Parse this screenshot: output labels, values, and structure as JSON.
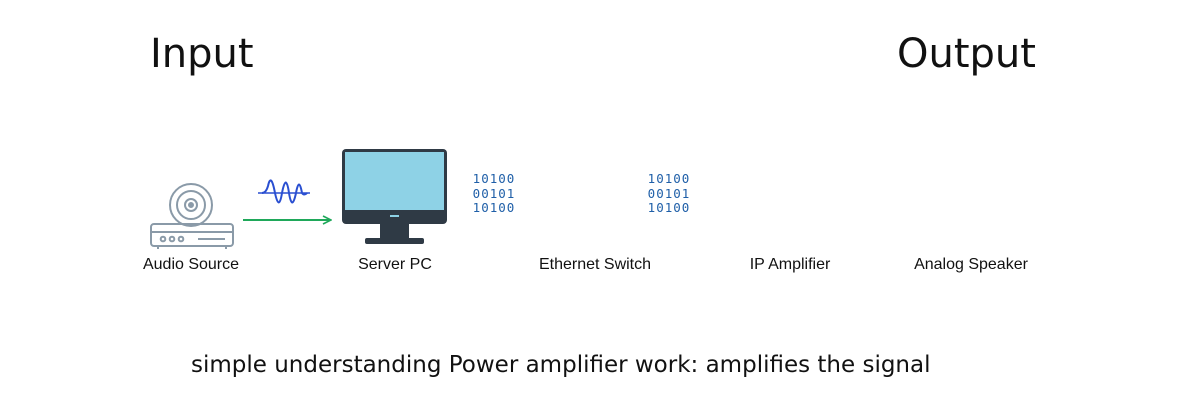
{
  "headings": {
    "input": "Input",
    "output": "Output"
  },
  "nodes": [
    {
      "label": "Audio Source",
      "icon": "audio-source-icon"
    },
    {
      "label": "Server PC",
      "icon": "monitor-icon"
    },
    {
      "label": "Ethernet Switch",
      "icon": "ethernet-switch-icon"
    },
    {
      "label": "IP Amplifier",
      "icon": "ip-amplifier-icon"
    },
    {
      "label": "Analog Speaker",
      "icon": "speaker-icon"
    }
  ],
  "binary_blocks": [
    {
      "lines": [
        "10100",
        "00101",
        "10100"
      ]
    },
    {
      "lines": [
        "10100",
        "00101",
        "10100"
      ]
    }
  ],
  "signals": [
    "analog-wave-icon",
    "digital-data",
    "digital-data",
    "analog-wave-icon"
  ],
  "colors": {
    "analog_arrow": "#1fa85a",
    "digital_arrow": "#1f6fb4",
    "output_arrow": "#27a3c9",
    "wave": "#2a4fd1",
    "device_stroke": "#1f5fa8",
    "screen": "#8ed2e6",
    "speaker": "#3aa0d8"
  },
  "caption": "simple understanding Power amplifier work: amplifies the signal"
}
